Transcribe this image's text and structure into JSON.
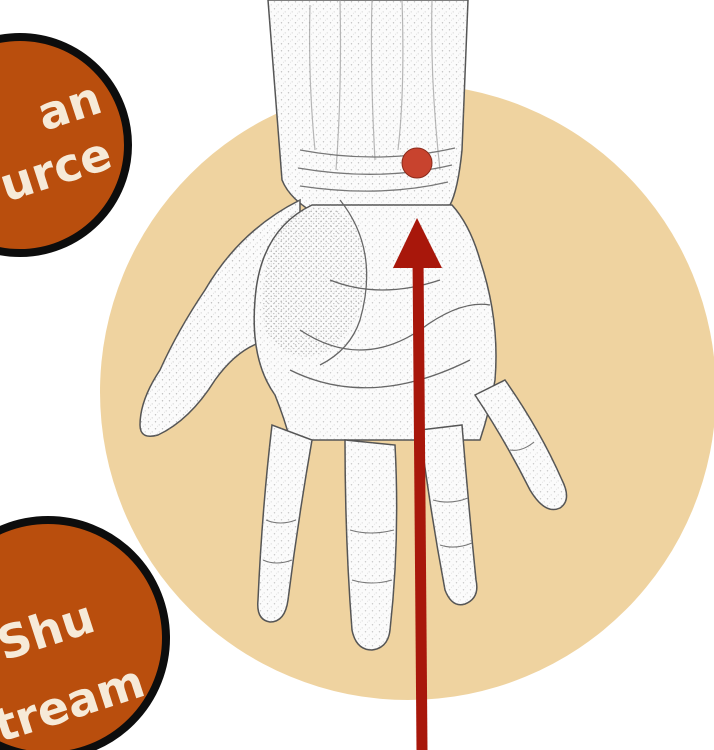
{
  "colors": {
    "background": "#ffffff",
    "circle_fill": "#efd3a0",
    "badge_fill": "#b94e0d",
    "badge_stroke": "#0d0d0d",
    "badge_text": "#f6ead8",
    "point": "#c8432e",
    "arrow": "#a8170b",
    "skin": "#fbfbfb",
    "stipple": "#8a8a8a"
  },
  "badges": {
    "yuan": {
      "line1": "an",
      "line2": "urce"
    },
    "shu": {
      "line1": "Shu",
      "line2": "tream"
    }
  },
  "icons": {
    "hand": "hand-palm-illustration",
    "point": "acupoint-marker",
    "arrow": "pointer-arrow"
  }
}
